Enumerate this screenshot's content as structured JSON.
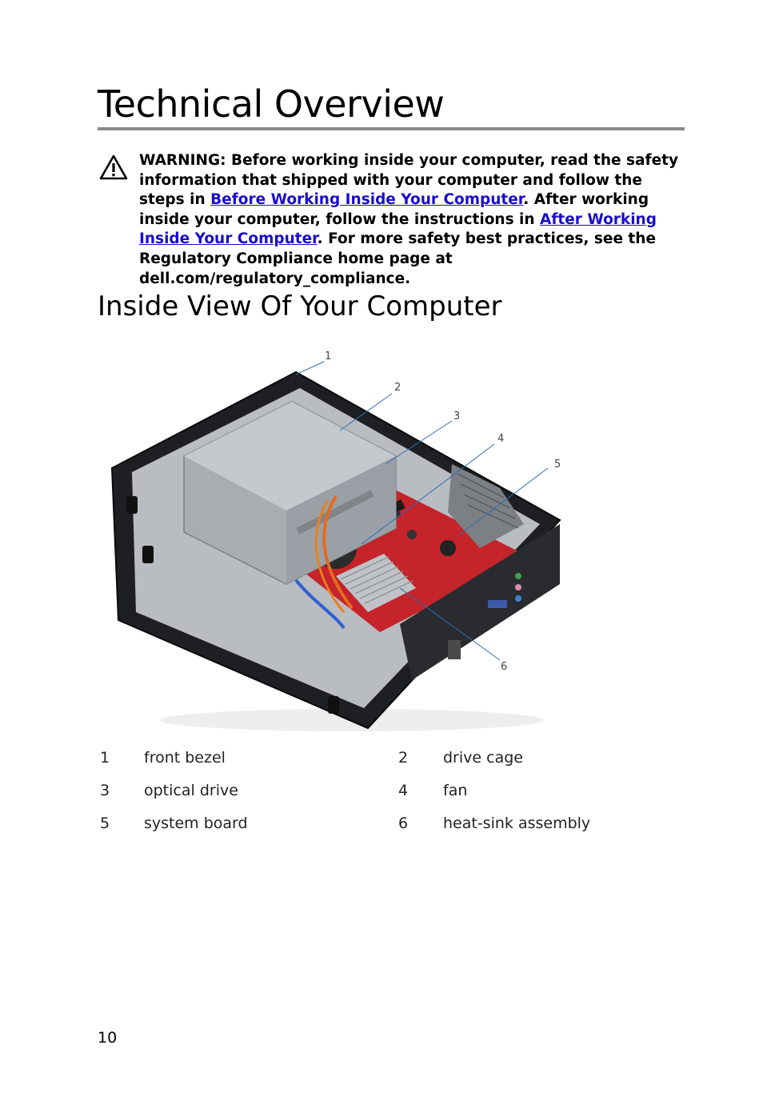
{
  "page": {
    "title": "Technical Overview",
    "number": "10"
  },
  "warning": {
    "icon": "warning-triangle-icon",
    "text1": "WARNING: Before working inside your computer, read the safety information that shipped with your computer and follow the steps in ",
    "link1": "Before Working Inside Your Computer",
    "text2": ". After working inside your computer, follow the instructions in ",
    "link2": "After Working Inside Your Computer",
    "text3": ". For more safety best practices, see the Regulatory Compliance home page at dell.com/regulatory_compliance."
  },
  "section": {
    "title": "Inside View Of Your Computer"
  },
  "figure": {
    "callouts": [
      "1",
      "2",
      "3",
      "4",
      "5",
      "6"
    ]
  },
  "legend": {
    "rows": [
      [
        {
          "num": "1",
          "label": "front bezel"
        },
        {
          "num": "2",
          "label": "drive cage"
        }
      ],
      [
        {
          "num": "3",
          "label": "optical drive"
        },
        {
          "num": "4",
          "label": "fan"
        }
      ],
      [
        {
          "num": "5",
          "label": "system board"
        },
        {
          "num": "6",
          "label": "heat-sink assembly"
        }
      ]
    ]
  }
}
